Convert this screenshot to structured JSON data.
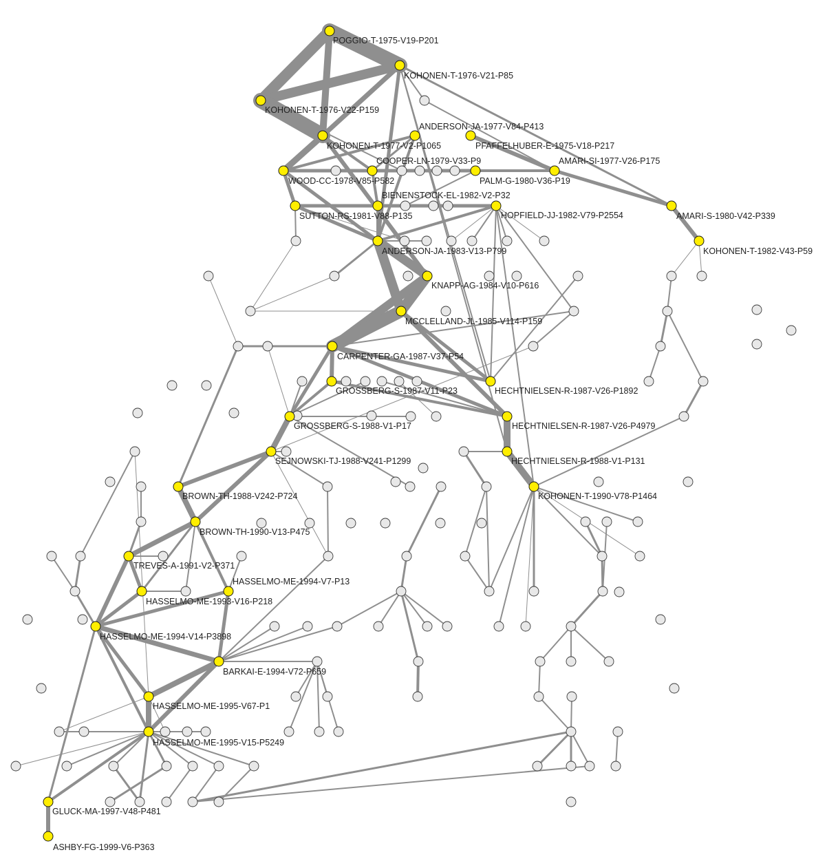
{
  "graph": {
    "colors": {
      "key_node": "#ffee00",
      "plain_node": "#e8e8e8",
      "edge": "#8f8f8f",
      "label": "#222222"
    },
    "key_nodes": [
      {
        "id": "POGGIO-T-1975-V19-P201"
      },
      {
        "id": "KOHONEN-T-1976-V21-P85"
      },
      {
        "id": "KOHONEN-T-1976-V22-P159"
      },
      {
        "id": "ANDERSON-JA-1977-V84-P413"
      },
      {
        "id": "KOHONEN-T-1977-V2-P1065"
      },
      {
        "id": "PFAFFELHUBER-E-1975-V18-P217"
      },
      {
        "id": "COOPER-LN-1979-V33-P9"
      },
      {
        "id": "AMARI-SI-1977-V26-P175"
      },
      {
        "id": "WOOD-CC-1978-V85-P582"
      },
      {
        "id": "PALM-G-1980-V36-P19"
      },
      {
        "id": "BIENENSTOCK-EL-1982-V2-P32"
      },
      {
        "id": "AMARI-S-1980-V42-P339"
      },
      {
        "id": "SUTTON-RS-1981-V88-P135"
      },
      {
        "id": "HOPFIELD-JJ-1982-V79-P2554"
      },
      {
        "id": "KOHONEN-T-1982-V43-P59"
      },
      {
        "id": "ANDERSON-JA-1983-V13-P799"
      },
      {
        "id": "KNAPP-AG-1984-V10-P616"
      },
      {
        "id": "MCCLELLAND-JL-1985-V114-P159"
      },
      {
        "id": "CARPENTER-GA-1987-V37-P54"
      },
      {
        "id": "GROSSBERG-S-1987-V11-P23"
      },
      {
        "id": "HECHTNIELSEN-R-1987-V26-P1892"
      },
      {
        "id": "GROSSBERG-S-1988-V1-P17"
      },
      {
        "id": "HECHTNIELSEN-R-1987-V26-P4979"
      },
      {
        "id": "SEJNOWSKI-TJ-1988-V241-P1299"
      },
      {
        "id": "HECHTNIELSEN-R-1988-V1-P131"
      },
      {
        "id": "BROWN-TH-1988-V242-P724"
      },
      {
        "id": "KOHONEN-T-1990-V78-P1464"
      },
      {
        "id": "BROWN-TH-1990-V13-P475"
      },
      {
        "id": "TREVES-A-1991-V2-P371"
      },
      {
        "id": "HASSELMO-ME-1994-V7-P13"
      },
      {
        "id": "HASSELMO-ME-1993-V16-P218"
      },
      {
        "id": "HASSELMO-ME-1994-V14-P3898"
      },
      {
        "id": "BARKAI-E-1994-V72-P659"
      },
      {
        "id": "HASSELMO-ME-1995-V67-P1"
      },
      {
        "id": "HASSELMO-ME-1995-V15-P5249"
      },
      {
        "id": "GLUCK-MA-1997-V48-P481"
      },
      {
        "id": "ASHBY-FG-1999-V6-P363"
      }
    ],
    "edges": [
      {
        "from": "POGGIO-T-1975-V19-P201",
        "to": "KOHONEN-T-1976-V21-P85",
        "weight": 22
      },
      {
        "from": "POGGIO-T-1975-V19-P201",
        "to": "KOHONEN-T-1976-V22-P159",
        "weight": 16
      },
      {
        "from": "POGGIO-T-1975-V19-P201",
        "to": "KOHONEN-T-1977-V2-P1065",
        "weight": 10
      },
      {
        "from": "KOHONEN-T-1976-V22-P159",
        "to": "KOHONEN-T-1976-V21-P85",
        "weight": 14
      },
      {
        "from": "KOHONEN-T-1976-V22-P159",
        "to": "KOHONEN-T-1977-V2-P1065",
        "weight": 22
      },
      {
        "from": "KOHONEN-T-1976-V21-P85",
        "to": "KOHONEN-T-1977-V2-P1065",
        "weight": 7
      },
      {
        "from": "KOHONEN-T-1976-V21-P85",
        "to": "AMARI-S-1980-V42-P339",
        "weight": 3
      },
      {
        "from": "KOHONEN-T-1976-V21-P85",
        "to": "ANDERSON-JA-1983-V13-P799",
        "weight": 5
      },
      {
        "from": "KOHONEN-T-1976-V21-P85",
        "to": "WOOD-CC-1978-V85-P582",
        "weight": 4
      },
      {
        "from": "KOHONEN-T-1977-V2-P1065",
        "to": "WOOD-CC-1978-V85-P582",
        "weight": 9
      },
      {
        "from": "KOHONEN-T-1977-V2-P1065",
        "to": "KNAPP-AG-1984-V10-P616",
        "weight": 6
      },
      {
        "from": "KOHONEN-T-1977-V2-P1065",
        "to": "COOPER-LN-1979-V33-P9",
        "weight": 4
      },
      {
        "from": "ANDERSON-JA-1977-V84-P413",
        "to": "WOOD-CC-1978-V85-P582",
        "weight": 4
      },
      {
        "from": "ANDERSON-JA-1977-V84-P413",
        "to": "ANDERSON-JA-1983-V13-P799",
        "weight": 4
      },
      {
        "from": "ANDERSON-JA-1977-V84-P413",
        "to": "COOPER-LN-1979-V33-P9",
        "weight": 3
      },
      {
        "from": "PFAFFELHUBER-E-1975-V18-P217",
        "to": "AMARI-SI-1977-V26-P175",
        "weight": 6
      },
      {
        "from": "AMARI-SI-1977-V26-P175",
        "to": "AMARI-S-1980-V42-P339",
        "weight": 5
      },
      {
        "from": "AMARI-S-1980-V42-P339",
        "to": "KOHONEN-T-1982-V43-P59",
        "weight": 6
      },
      {
        "from": "WOOD-CC-1978-V85-P582",
        "to": "SUTTON-RS-1981-V88-P135",
        "weight": 5
      },
      {
        "from": "WOOD-CC-1978-V85-P582",
        "to": "ANDERSON-JA-1983-V13-P799",
        "weight": 5
      },
      {
        "from": "WOOD-CC-1978-V85-P582",
        "to": "PALM-G-1980-V36-P19",
        "weight": 5
      },
      {
        "from": "COOPER-LN-1979-V33-P9",
        "to": "BIENENSTOCK-EL-1982-V2-P32",
        "weight": 4
      },
      {
        "from": "COOPER-LN-1979-V33-P9",
        "to": "AMARI-SI-1977-V26-P175",
        "weight": 4
      },
      {
        "from": "BIENENSTOCK-EL-1982-V2-P32",
        "to": "ANDERSON-JA-1983-V13-P799",
        "weight": 4
      },
      {
        "from": "SUTTON-RS-1981-V88-P135",
        "to": "HOPFIELD-JJ-1982-V79-P2554",
        "weight": 5
      },
      {
        "from": "SUTTON-RS-1981-V88-P135",
        "to": "ANDERSON-JA-1983-V13-P799",
        "weight": 5
      },
      {
        "from": "HOPFIELD-JJ-1982-V79-P2554",
        "to": "ANDERSON-JA-1983-V13-P799",
        "weight": 4
      },
      {
        "from": "HOPFIELD-JJ-1982-V79-P2554",
        "to": "HECHTNIELSEN-R-1987-V26-P1892",
        "weight": 2
      },
      {
        "from": "ANDERSON-JA-1983-V13-P799",
        "to": "KNAPP-AG-1984-V10-P616",
        "weight": 13
      },
      {
        "from": "ANDERSON-JA-1983-V13-P799",
        "to": "MCCLELLAND-JL-1985-V114-P159",
        "weight": 14
      },
      {
        "from": "KNAPP-AG-1984-V10-P616",
        "to": "MCCLELLAND-JL-1985-V114-P159",
        "weight": 15
      },
      {
        "from": "KNAPP-AG-1984-V10-P616",
        "to": "CARPENTER-GA-1987-V37-P54",
        "weight": 12
      },
      {
        "from": "MCCLELLAND-JL-1985-V114-P159",
        "to": "CARPENTER-GA-1987-V37-P54",
        "weight": 18
      },
      {
        "from": "MCCLELLAND-JL-1985-V114-P159",
        "to": "HECHTNIELSEN-R-1987-V26-P4979",
        "weight": 6
      },
      {
        "from": "CARPENTER-GA-1987-V37-P54",
        "to": "GROSSBERG-S-1987-V11-P23",
        "weight": 6
      },
      {
        "from": "CARPENTER-GA-1987-V37-P54",
        "to": "GROSSBERG-S-1988-V1-P17",
        "weight": 5
      },
      {
        "from": "CARPENTER-GA-1987-V37-P54",
        "to": "HECHTNIELSEN-R-1987-V26-P1892",
        "weight": 5
      },
      {
        "from": "CARPENTER-GA-1987-V37-P54",
        "to": "HECHTNIELSEN-R-1987-V26-P4979",
        "weight": 5
      },
      {
        "from": "GROSSBERG-S-1987-V11-P23",
        "to": "HECHTNIELSEN-R-1987-V26-P4979",
        "weight": 4
      },
      {
        "from": "GROSSBERG-S-1987-V11-P23",
        "to": "GROSSBERG-S-1988-V1-P17",
        "weight": 4
      },
      {
        "from": "GROSSBERG-S-1988-V1-P17",
        "to": "SEJNOWSKI-TJ-1988-V241-P1299",
        "weight": 8
      },
      {
        "from": "HECHTNIELSEN-R-1987-V26-P4979",
        "to": "HECHTNIELSEN-R-1988-V1-P131",
        "weight": 10
      },
      {
        "from": "HECHTNIELSEN-R-1988-V1-P131",
        "to": "KOHONEN-T-1990-V78-P1464",
        "weight": 10
      },
      {
        "from": "SEJNOWSKI-TJ-1988-V241-P1299",
        "to": "BROWN-TH-1988-V242-P724",
        "weight": 6
      },
      {
        "from": "SEJNOWSKI-TJ-1988-V241-P1299",
        "to": "BROWN-TH-1990-V13-P475",
        "weight": 6
      },
      {
        "from": "BROWN-TH-1988-V242-P724",
        "to": "BROWN-TH-1990-V13-P475",
        "weight": 8
      },
      {
        "from": "BROWN-TH-1990-V13-P475",
        "to": "TREVES-A-1991-V2-P371",
        "weight": 7
      },
      {
        "from": "BROWN-TH-1990-V13-P475",
        "to": "HASSELMO-ME-1994-V7-P13",
        "weight": 4
      },
      {
        "from": "BROWN-TH-1990-V13-P475",
        "to": "HASSELMO-ME-1993-V16-P218",
        "weight": 3
      },
      {
        "from": "TREVES-A-1991-V2-P371",
        "to": "HASSELMO-ME-1993-V16-P218",
        "weight": 5
      },
      {
        "from": "TREVES-A-1991-V2-P371",
        "to": "HASSELMO-ME-1994-V14-P3898",
        "weight": 6
      },
      {
        "from": "HASSELMO-ME-1993-V16-P218",
        "to": "HASSELMO-ME-1994-V14-P3898",
        "weight": 5
      },
      {
        "from": "HASSELMO-ME-1994-V7-P13",
        "to": "HASSELMO-ME-1994-V14-P3898",
        "weight": 5
      },
      {
        "from": "HASSELMO-ME-1994-V7-P13",
        "to": "BARKAI-E-1994-V72-P659",
        "weight": 5
      },
      {
        "from": "HASSELMO-ME-1994-V14-P3898",
        "to": "BARKAI-E-1994-V72-P659",
        "weight": 7
      },
      {
        "from": "HASSELMO-ME-1994-V14-P3898",
        "to": "HASSELMO-ME-1995-V67-P1",
        "weight": 5
      },
      {
        "from": "HASSELMO-ME-1994-V14-P3898",
        "to": "HASSELMO-ME-1995-V15-P5249",
        "weight": 4
      },
      {
        "from": "BARKAI-E-1994-V72-P659",
        "to": "HASSELMO-ME-1995-V67-P1",
        "weight": 8
      },
      {
        "from": "BARKAI-E-1994-V72-P659",
        "to": "HASSELMO-ME-1995-V15-P5249",
        "weight": 6
      },
      {
        "from": "HASSELMO-ME-1995-V67-P1",
        "to": "HASSELMO-ME-1995-V15-P5249",
        "weight": 8
      },
      {
        "from": "HASSELMO-ME-1995-V15-P5249",
        "to": "GLUCK-MA-1997-V48-P481",
        "weight": 4
      },
      {
        "from": "GLUCK-MA-1997-V48-P481",
        "to": "ASHBY-FG-1999-V6-P363",
        "weight": 6
      },
      {
        "from": "HASSELMO-ME-1994-V14-P3898",
        "to": "GLUCK-MA-1997-V48-P481",
        "weight": 3
      },
      {
        "from": "KOHONEN-T-1990-V78-P1464",
        "to": "HOPFIELD-JJ-1982-V79-P2554",
        "weight": 2
      },
      {
        "from": "MCCLELLAND-JL-1985-V114-P159",
        "to": "HECHTNIELSEN-R-1987-V26-P1892",
        "weight": 5
      }
    ],
    "plain_node_count": 150
  }
}
